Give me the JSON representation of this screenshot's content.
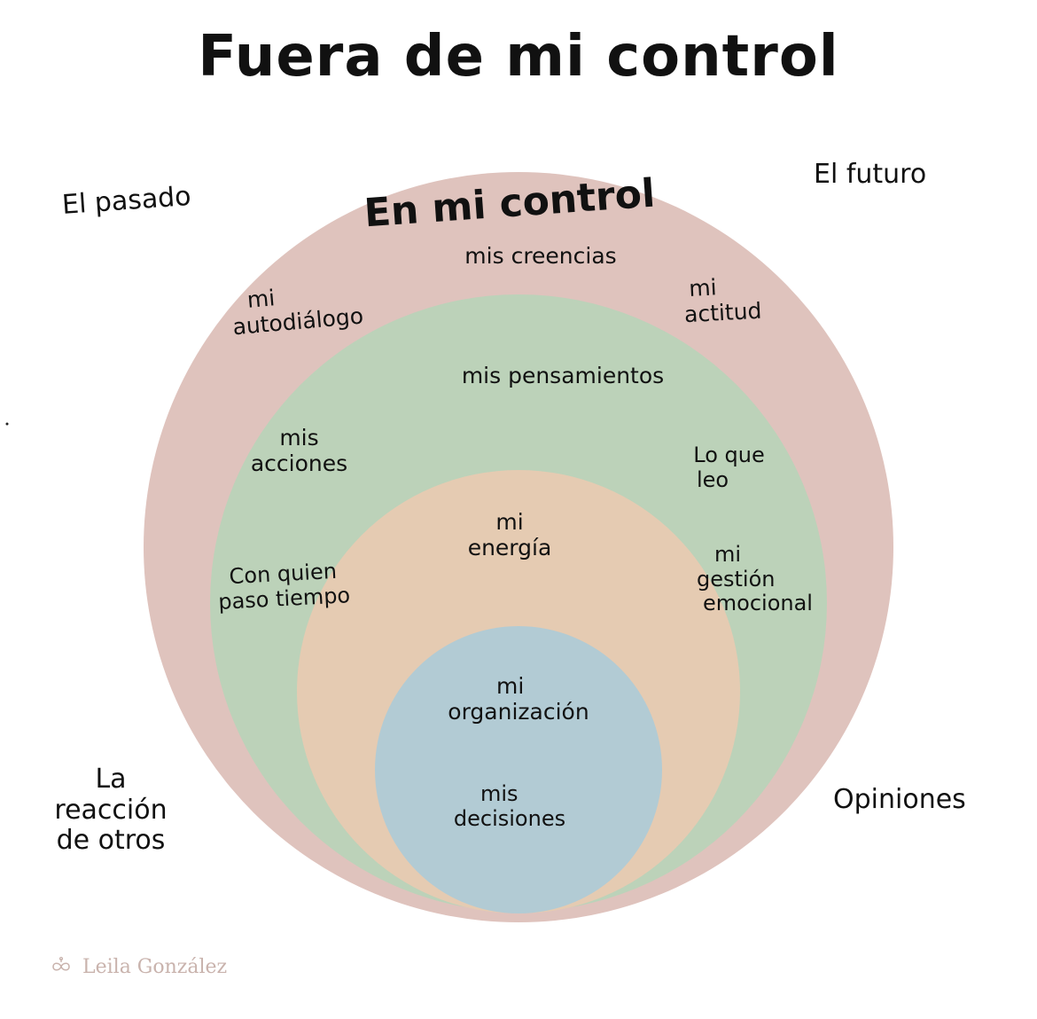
{
  "title": "Fuera de mi control",
  "inner_title": "En mi control",
  "outside": {
    "past": "El pasado",
    "future": "El futuro",
    "others_reaction_line1": "La reacción",
    "others_reaction_line2": "de otros",
    "opinions": "Opiniones"
  },
  "ring_outer": {
    "beliefs": "mis creencias",
    "self_talk_line1": "mi",
    "self_talk_line2": "autodiálogo",
    "attitude_line1": "mi",
    "attitude_line2": "actitud"
  },
  "ring_green": {
    "thoughts": "mis pensamientos",
    "actions_line1": "mis",
    "actions_line2": "acciones",
    "reading_line1": "Lo que",
    "reading_line2": "leo",
    "company_line1": "Con quien",
    "company_line2": "paso tiempo",
    "emotion_line1": "mi",
    "emotion_line2": "gestión",
    "emotion_line3": "emocional"
  },
  "ring_peach": {
    "energy_line1": "mi",
    "energy_line2": "energía"
  },
  "ring_blue": {
    "organization_line1": "mi",
    "organization_line2": "organización",
    "decisions_line1": "mis",
    "decisions_line2": "decisiones"
  },
  "watermark": "Leila González",
  "colors": {
    "outer_ring": "#dfc3bd",
    "green_ring": "#bcd2b9",
    "peach_ring": "#e5cbb2",
    "blue_core": "#b2cbd4"
  }
}
